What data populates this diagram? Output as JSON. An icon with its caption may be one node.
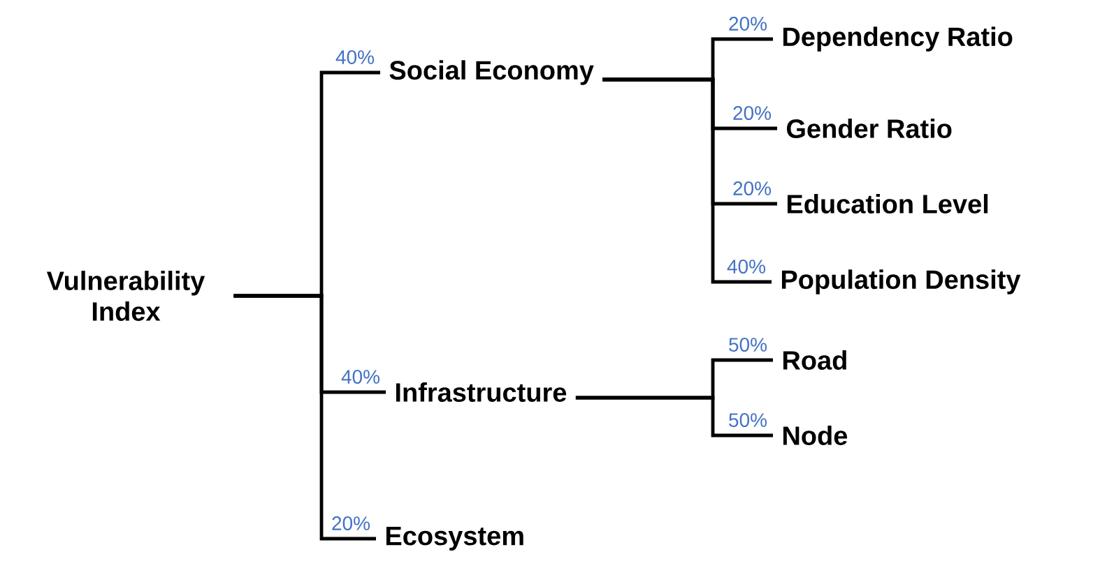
{
  "diagram": {
    "nodes": [
      {
        "text": [
          "Vulnerability Index"
        ]
      },
      {
        "text": [
          "Social Economy"
        ]
      },
      {
        "text": [
          "Dependency Ratio"
        ]
      },
      {
        "text": [
          "Gender Ratio"
        ]
      },
      {
        "text": [
          "Education Level"
        ]
      },
      {
        "text": [
          "Population Density"
        ]
      },
      {
        "text": [
          "Infrastructure"
        ]
      },
      {
        "text": [
          "Road"
        ]
      },
      {
        "text": [
          "Node"
        ]
      },
      {
        "text": [
          "Ecosystem"
        ]
      }
    ],
    "edges": [
      {
        "from": 0,
        "to": 1,
        "arrow": "none",
        "label": "40%"
      },
      {
        "from": 0,
        "to": 6,
        "arrow": "none",
        "label": "40%"
      },
      {
        "from": 0,
        "to": 9,
        "arrow": "none",
        "label": "20%"
      },
      {
        "from": 1,
        "to": 2,
        "arrow": "none",
        "label": "20%"
      },
      {
        "from": 1,
        "to": 3,
        "arrow": "none",
        "label": "20%"
      },
      {
        "from": 1,
        "to": 4,
        "arrow": "none",
        "label": "20%"
      },
      {
        "from": 1,
        "to": 5,
        "arrow": "none",
        "label": "40%"
      },
      {
        "from": 6,
        "to": 7,
        "arrow": "none",
        "label": "50%"
      },
      {
        "from": 6,
        "to": 8,
        "arrow": "none",
        "label": "50%"
      }
    ]
  }
}
